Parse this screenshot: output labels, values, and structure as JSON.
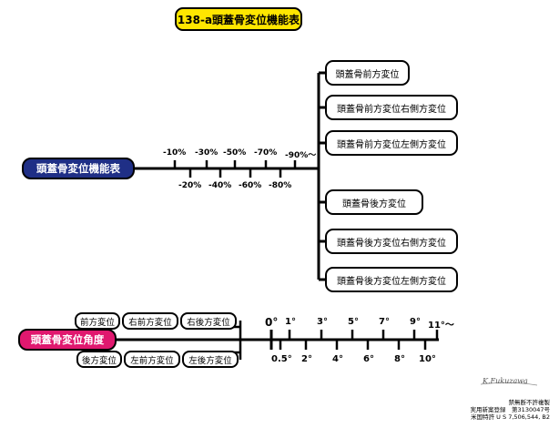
{
  "title": "138-a頭蓋骨変位機能表",
  "main_label": "頭蓋骨変位機能表",
  "upper_percents": [
    "-10%",
    "-30%",
    "-50%",
    "-70%",
    "-90%〜"
  ],
  "lower_percents": [
    "-20%",
    "-40%",
    "-60%",
    "-80%"
  ],
  "branches": [
    "頭蓋骨前方変位",
    "頭蓋骨前方変位右側方変位",
    "頭蓋骨前方変位左側方変位",
    "頭蓋骨後方変位",
    "頭蓋骨後方変位右側方変位",
    "頭蓋骨後方変位左側方変位"
  ],
  "angle_label": "頭蓋骨変位角度",
  "angle_upper_chips": [
    "前方変位",
    "右前方変位",
    "右後方変位"
  ],
  "angle_lower_chips": [
    "後方変位",
    "左前方変位",
    "左後方変位"
  ],
  "degrees_upper": [
    "0°",
    "1°",
    "3°",
    "5°",
    "7°",
    "9°",
    "11°〜"
  ],
  "degrees_lower": [
    "0.5°",
    "2°",
    "4°",
    "6°",
    "8°",
    "10°"
  ],
  "signature": "K.Fukuzawa",
  "footer": [
    "禁無断不許複製",
    "実用新案登録　第3130047号",
    "米国特許 U S 7,506,544, B2"
  ]
}
